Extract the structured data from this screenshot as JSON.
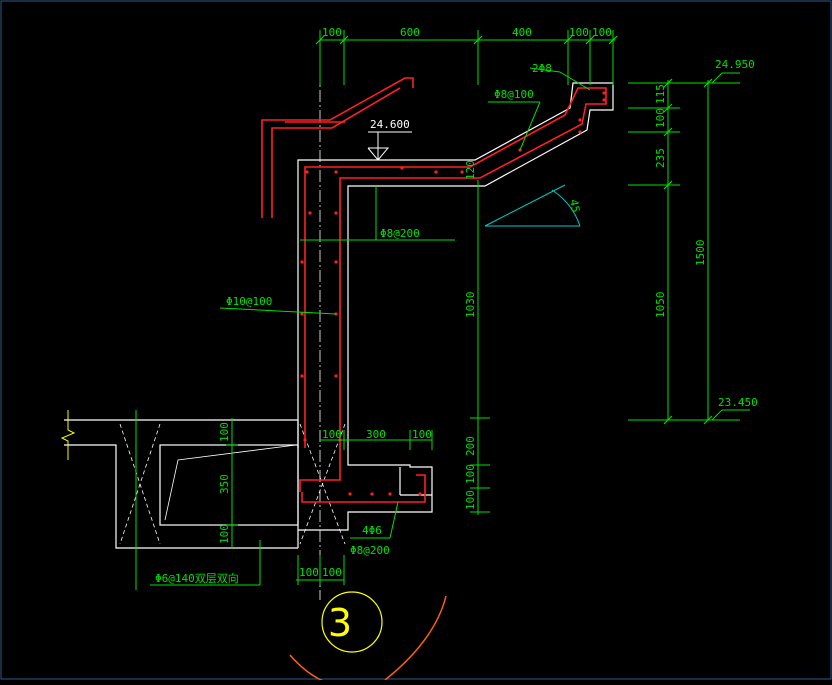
{
  "colors": {
    "background": "#000000",
    "dimension": "#00e000",
    "outline": "#ffffff",
    "rebar": "#ff2020",
    "axis": "#cccccc",
    "angle": "#00cccc",
    "label_circle": "#ffff00",
    "arc": "#ff6010",
    "frame": "#2a5a8a"
  },
  "dims": {
    "top": [
      "100",
      "600",
      "400",
      "100",
      "100"
    ],
    "right_inner": [
      "115",
      "100",
      "235",
      "1050"
    ],
    "right_total": "1500",
    "wall_height": "1030",
    "roof_thickness": "120",
    "bottom_mid": [
      "100",
      "300",
      "100"
    ],
    "bottom_left": [
      "100",
      "100"
    ],
    "side_lower": [
      "200",
      "100",
      "100"
    ],
    "slab": [
      "100",
      "350",
      "100"
    ],
    "angle": "45"
  },
  "elevations": {
    "top": "24.950",
    "mid": "24.600",
    "bottom": "23.450"
  },
  "rebar_labels": {
    "top_bar": "2Φ8",
    "slope_bar": "Φ8@100",
    "roof_bar": "Φ8@200",
    "wall_bar": "Φ10@100",
    "bottom_bars": "4Φ6",
    "bottom_dist": "Φ8@200",
    "slab_bar": "Φ6@140双层双向"
  },
  "section_mark": "3"
}
